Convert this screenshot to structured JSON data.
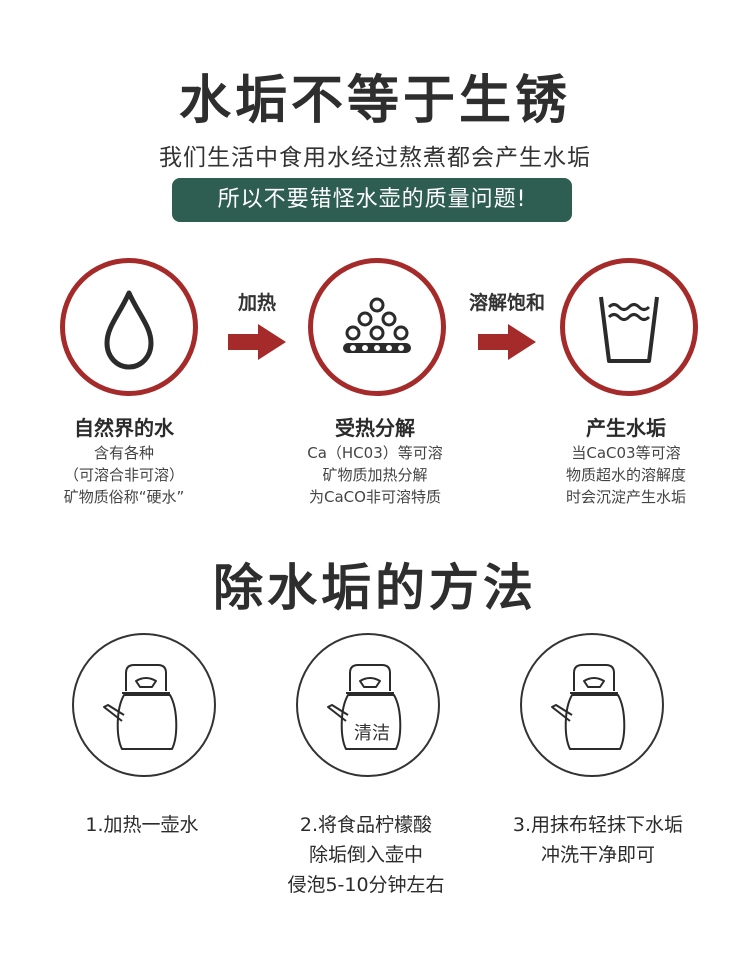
{
  "header": {
    "title": "水垢不等于生锈",
    "subtitle": "我们生活中食用水经过熬煮都会产生水垢",
    "banner": "所以不要错怪水壶的质量问题!"
  },
  "process": {
    "arrows": [
      "加热",
      "溶解饱和"
    ],
    "steps": [
      {
        "title": "自然界的水",
        "lines": [
          "含有各种",
          "（可溶合非可溶）",
          "矿物质俗称“硬水”"
        ]
      },
      {
        "title": "受热分解",
        "lines": [
          "Ca（HC03）等可溶",
          "矿物质加热分解",
          "为CaCO非可溶特质"
        ]
      },
      {
        "title": "产生水垢",
        "lines": [
          "当CaC03等可溶",
          "物质超水的溶解度",
          "时会沉淀产生水垢"
        ]
      }
    ]
  },
  "methods_section": {
    "title": "除水垢的方法",
    "kettle_label": "清洁",
    "methods": [
      {
        "lines": [
          "1.加热一壶水"
        ]
      },
      {
        "lines": [
          "2.将食品柠檬酸",
          "除垢倒入壶中",
          "侵泡5-10分钟左右"
        ]
      },
      {
        "lines": [
          "3.用抹布轻抹下水垢",
          "冲洗干净即可"
        ]
      }
    ]
  },
  "colors": {
    "accent_red": "#a52a2a",
    "banner_green": "#2e5e51"
  }
}
